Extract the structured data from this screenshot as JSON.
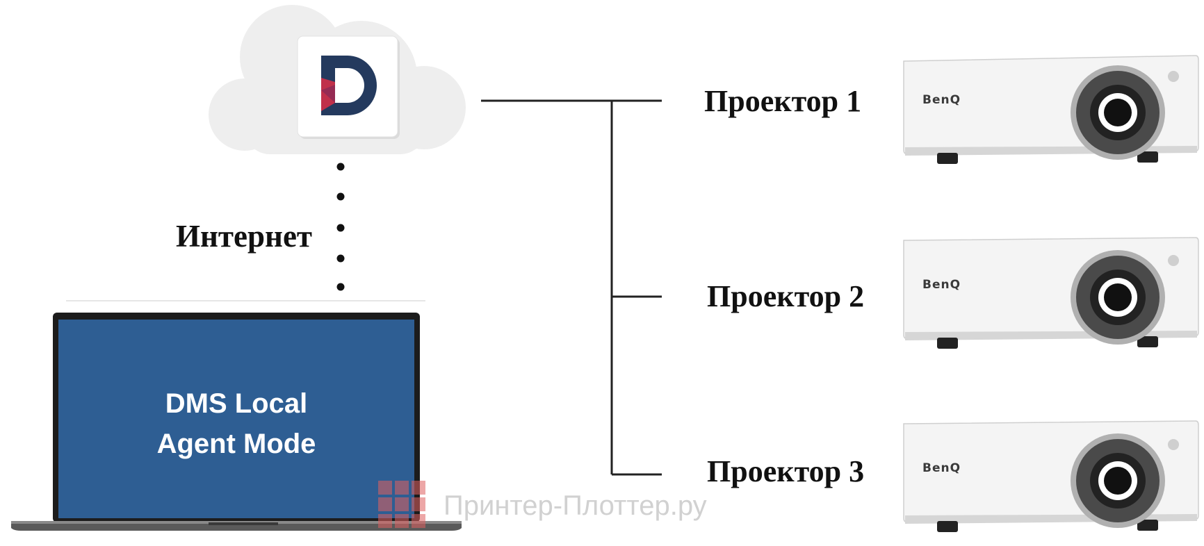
{
  "diagram": {
    "internet_label": "Интернет",
    "laptop": {
      "screen_line1": "DMS Local",
      "screen_line2": "Agent Mode"
    },
    "projectors": [
      {
        "label": "Проектор 1",
        "brand": "BenQ"
      },
      {
        "label": "Проектор 2",
        "brand": "BenQ"
      },
      {
        "label": "Проектор 3",
        "brand": "BenQ"
      }
    ],
    "cloud": {
      "logo_icon": "dms-d-logo-icon"
    },
    "watermark": "Принтер-Плоттер.ру"
  },
  "colors": {
    "screen_blue": "#2e5e93",
    "logo_navy": "#243a5e",
    "logo_red": "#c0304a",
    "line": "#222222",
    "cloud": "#eeeeee"
  }
}
